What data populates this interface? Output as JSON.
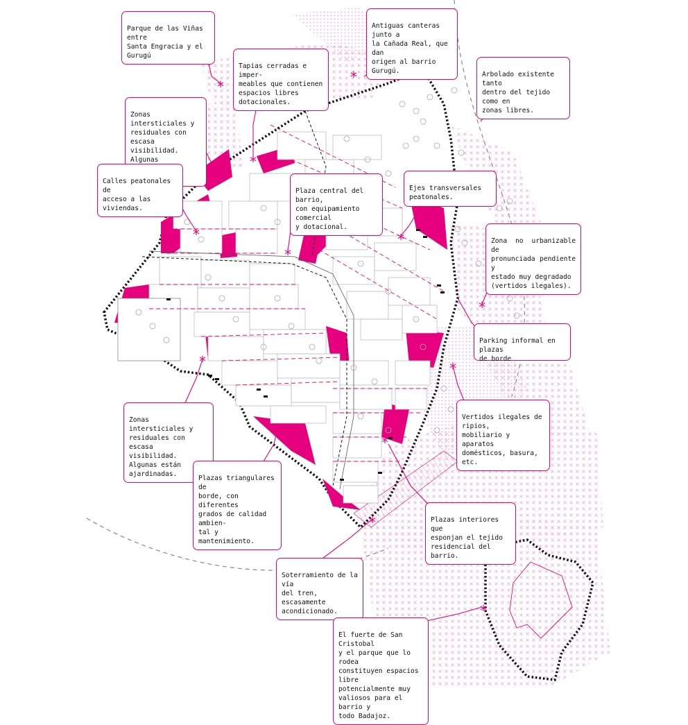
{
  "colors": {
    "accent": "#e6007e",
    "boundary": "#111111",
    "block_fill": "#ffffff",
    "grid": "#f2a3cf",
    "rail": "#888888"
  },
  "icons": {
    "marker": "asterisk-icon",
    "tree": "tree-circle-icon"
  },
  "annotations": [
    {
      "id": "vinas",
      "text": "Parque de las Viñas entre\nSanta Engracia y el Gurugú"
    },
    {
      "id": "canteras",
      "text": "Antiguas canteras junto a\nla Cañada Real, que dan\norigen al barrio Gurugú."
    },
    {
      "id": "tapias",
      "text": "Tapias cerradas e imper-\nmeables que contienen\nespacios libres dotacionales."
    },
    {
      "id": "arbolado",
      "text": "Arbolado existente tanto\ndentro del tejido como en\nzonas libres."
    },
    {
      "id": "intersticiales_top",
      "text": "Zonas intersticiales y\nresiduales con escasa\nvisibilidad. Algunas\nestán ajardinadas."
    },
    {
      "id": "peatonales",
      "text": "Calles peatonales de\nacceso a las viviendas."
    },
    {
      "id": "plaza_central",
      "text": "Plaza central del barrio,\ncon equipamiento comercial\ny dotacional."
    },
    {
      "id": "ejes",
      "text": "Ejes transversales\npeatonales."
    },
    {
      "id": "no_urbanizable",
      "text": "Zona no urbanizable de\npronunciada pendiente y\nestado muy degradado\n(vertidos ilegales)."
    },
    {
      "id": "parking",
      "text": "Parking informal en plazas\nde borde"
    },
    {
      "id": "intersticiales_bottom",
      "text": "Zonas intersticiales y\nresiduales con escasa\nvisibilidad. Algunas están\najardinadas."
    },
    {
      "id": "vertidos",
      "text": "Vertidos ilegales de ripios,\nmobiliario y aparatos\ndomésticos, basura, etc."
    },
    {
      "id": "plazas_triangulares",
      "text": "Plazas triangulares de\nborde, con diferentes\ngrados de calidad ambien-\ntal y mantenimiento."
    },
    {
      "id": "plazas_interiores",
      "text": "Plazas interiores que\nesponjan el tejido\nresidencial del barrio."
    },
    {
      "id": "soterramiento",
      "text": "Soterramiento de la vía\ndel tren, escasamente\nacondicionado."
    },
    {
      "id": "fuerte",
      "text": "El fuerte de San Cristobal\ny el parque que lo rodea\nconstituyen espacios libre\npotencialmente muy\nvaliosos para el barrio y\ntodo Badajoz."
    }
  ]
}
